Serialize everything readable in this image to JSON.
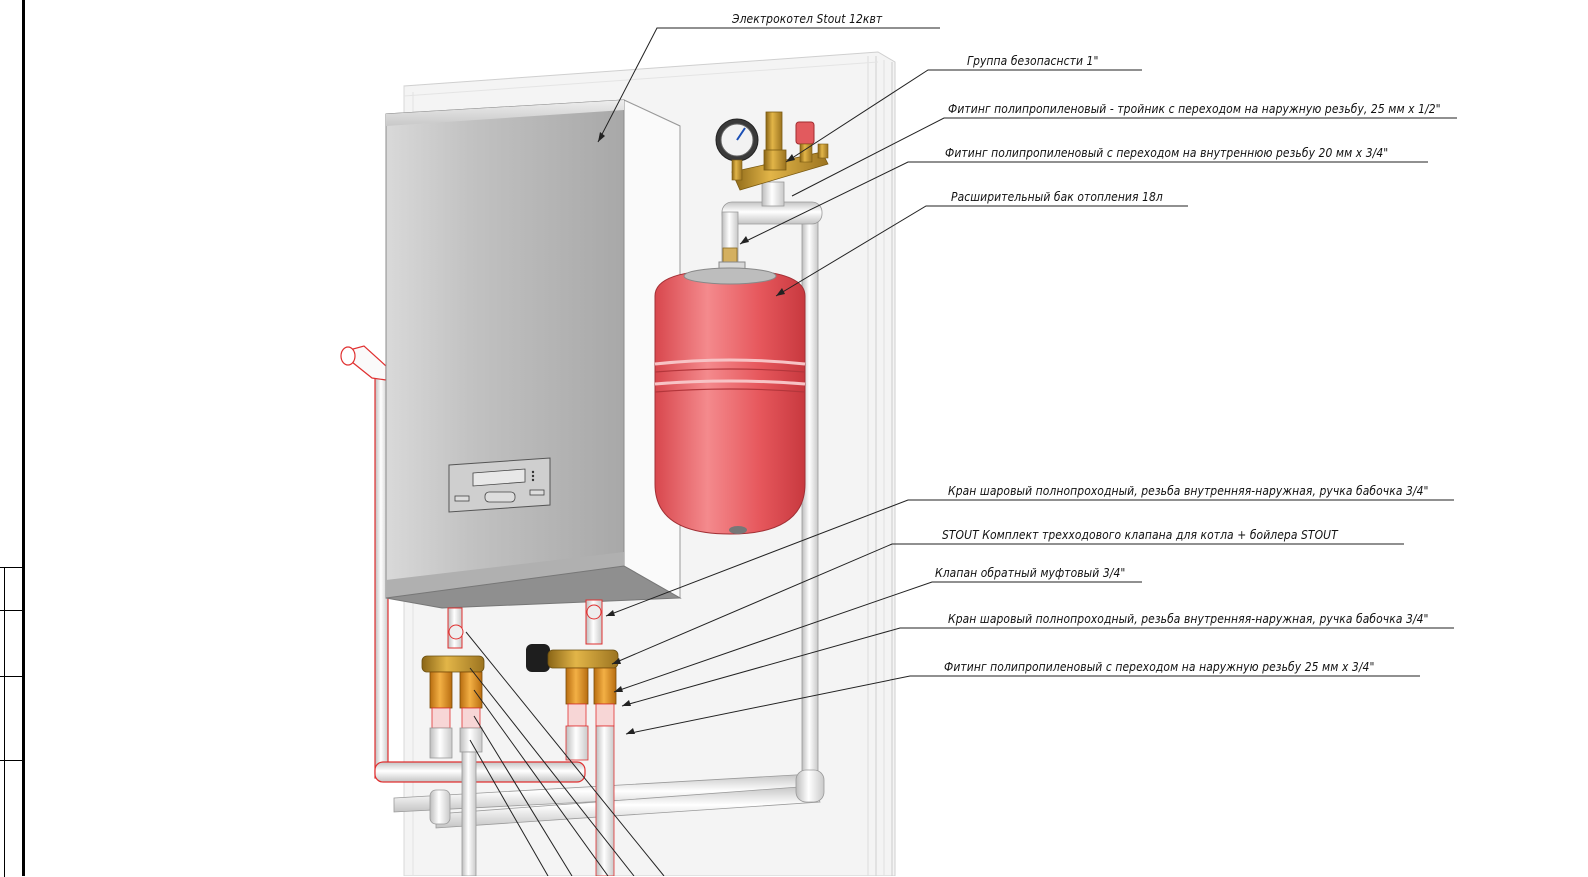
{
  "labels": {
    "boiler": "Электрокотел Stout 12квт",
    "safety_group": "Группа безопаснсти 1\"",
    "tee_fitting": "Фитинг полипропиленовый - тройник с переходом на наружную резьбу, 25 мм х 1/2\"",
    "fitting_internal": "Фитинг полипропиленовый с переходом на внутреннюю резьбу 20 мм х 3/4\"",
    "expansion_tank": "Расширительный бак отопления 18л",
    "ball_valve_1": "Кран шаровый полнопроходный, резьба внутренняя-наружная, ручка бабочка 3/4\"",
    "three_way_kit": "STOUT Комплект трехходового клапана для котла + бойлера STOUT",
    "check_valve": "Клапан обратный муфтовый 3/4\"",
    "ball_valve_2": "Кран шаровый полнопроходный, резьба внутренняя-наружная, ручка бабочка 3/4\"",
    "fitting_external": "Фитинг полипропиленовый с переходом на наружную резьбу 25 мм х 3/4\""
  },
  "colors": {
    "tank_red": "#e8595e",
    "brass": "#c99a2e",
    "boiler_gray": "#b8b8b8",
    "pipe_white": "#f4f4f4",
    "pipe_red_outline": "#e03030"
  }
}
